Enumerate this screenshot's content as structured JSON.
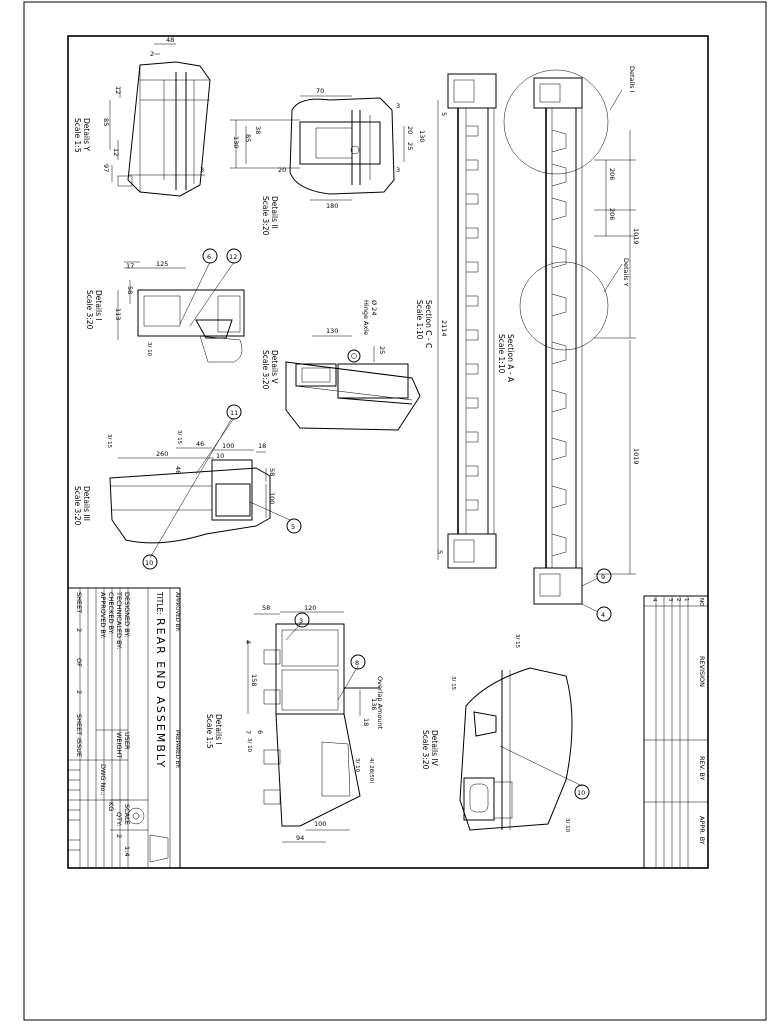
{
  "title_block": {
    "approved_by_label": "APPROVED BY:",
    "prepared_by_label": "PREPARED BY:",
    "title_label": "TITLE:",
    "title": "REAR END ASSEMBLY",
    "designed_by": "DESIGNED BY:",
    "technical_by": "TECHNICALED BY:",
    "checked_by": "CHECKED BY:",
    "approved_by_field": "APPROVED BY:",
    "sheet_label": "SHEET",
    "sheet_number": "2",
    "of_label": "OF",
    "sheet_total": "2",
    "sheet_label_2": "SHEET",
    "issue_label": "ISSUE",
    "user_label": "USER",
    "weight_label": "WEIGHT",
    "kg_label": "KG",
    "dwg_no_label": "DWG No.:",
    "scale_label": "SCALE",
    "scale_value": "1:4",
    "qty_label": "QTY:",
    "qty_value": "2"
  },
  "revision_block": {
    "no_label": "NO",
    "revision_label": "REVISION",
    "rev_by_label": "REV. BY",
    "appr_by_label": "APPR. BY",
    "rows": [
      "1",
      "2",
      "3",
      "4"
    ]
  },
  "views": {
    "detail_y": {
      "title": "Details Y",
      "scale": "Scale 1:5",
      "dims": [
        "48",
        "2",
        "12",
        "85",
        "12",
        "97",
        "3"
      ]
    },
    "detail_ii": {
      "title": "Details II",
      "scale": "Scale 3:20",
      "dims": [
        "70",
        "3",
        "130",
        "38",
        "85",
        "20",
        "130",
        "20",
        "25",
        "3",
        "180"
      ]
    },
    "detail_i_small": {
      "title": "Details I",
      "scale": "Scale 3:20",
      "dims": [
        "17",
        "125",
        "58",
        "113"
      ]
    },
    "section_cc": {
      "title": "Section C - C",
      "scale": "Scale 1:10",
      "hinge": "Hinge Axle",
      "dia": "Ø 24",
      "dims": [
        "130",
        "25"
      ]
    },
    "detail_v": {
      "title": "Details V",
      "scale": "Scale 3:20"
    },
    "detail_iii": {
      "title": "Details III",
      "scale": "Scale 3:20",
      "dims": [
        "260",
        "46",
        "100",
        "18",
        "10",
        "46",
        "58",
        "100"
      ]
    },
    "section_aa": {
      "title": "Section A - A",
      "scale": "Scale 1:10",
      "dims": [
        "2114",
        "206",
        "206",
        "1019",
        "1019",
        "5",
        "5"
      ]
    },
    "detail_i_large": {
      "title": "Details I",
      "scale": "Scale 1:5",
      "overlap": "Overlap Amount",
      "dims": [
        "58",
        "120",
        "158",
        "136",
        "18",
        "100",
        "94",
        "4",
        "7",
        "6"
      ]
    },
    "detail_iv": {
      "title": "Details IV",
      "scale": "Scale 3:20",
      "callouts": [
        "Details I",
        "Details Y"
      ]
    }
  },
  "balloons": [
    "6",
    "12",
    "11",
    "5",
    "10",
    "3",
    "8",
    "10",
    "9",
    "4"
  ],
  "weld_notes": [
    "3/ 15",
    "3/ 10",
    "4/ 28(50)"
  ]
}
